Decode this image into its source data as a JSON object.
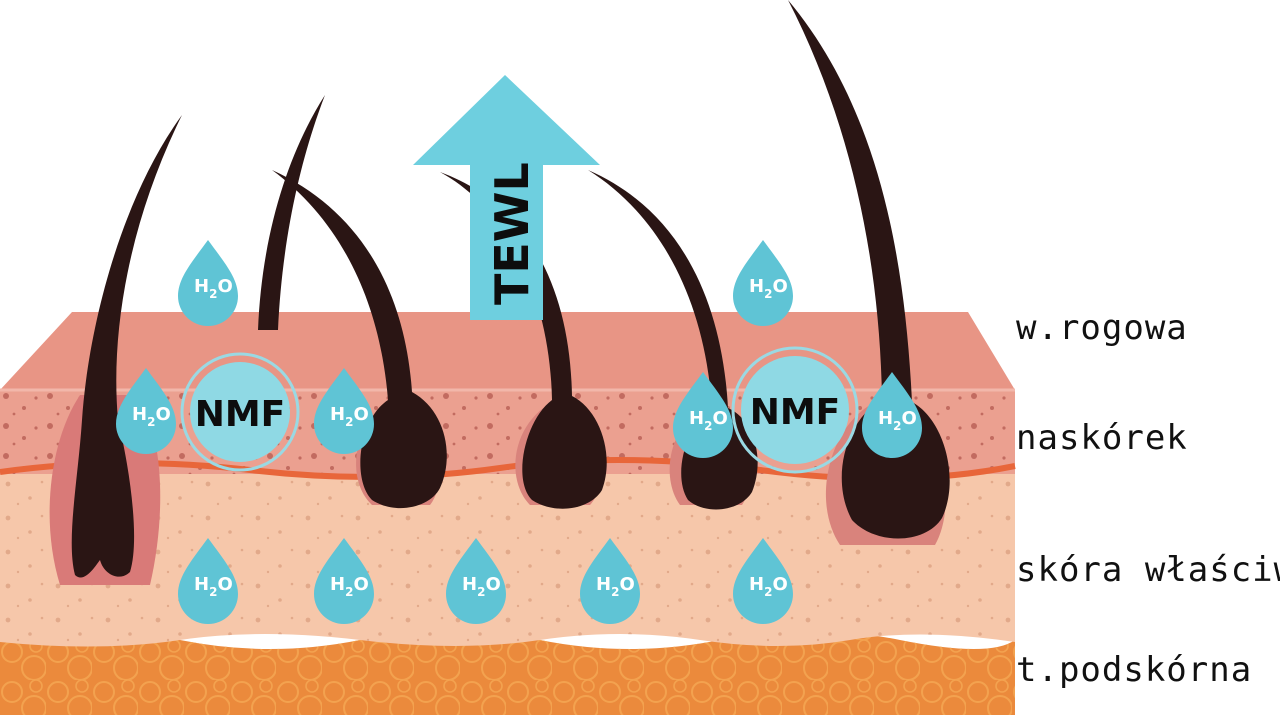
{
  "layers": {
    "stratum_corneum": "w.rogowa",
    "epidermis": "naskórek",
    "dermis": "skóra właściwa",
    "hypodermis": "t.podskórna"
  },
  "arrow": {
    "label": "TEWL"
  },
  "nmf": {
    "label": "NMF"
  },
  "water": {
    "main": "H",
    "sub": "2",
    "end": "O"
  },
  "colors": {
    "arrow": "#6ecfdf",
    "droplet": "#5fc4d5",
    "nmf": "#8fd9e4",
    "hair": "#2a1514",
    "corneum": "#e89585",
    "epidermis": "#eba090",
    "dermis": "#f6c7aa",
    "hypodermis": "#eb8a3c"
  }
}
